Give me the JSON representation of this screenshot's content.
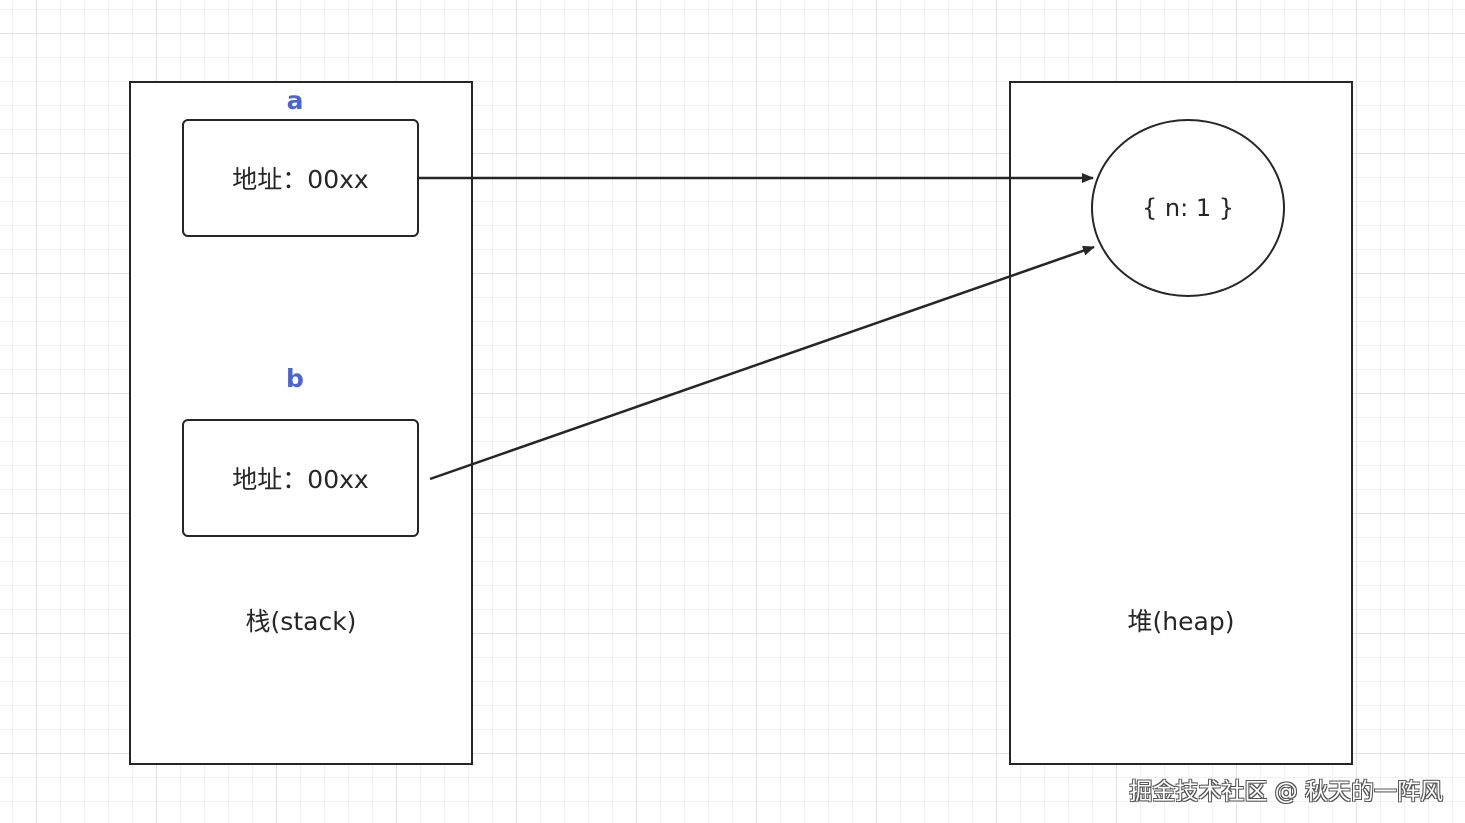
{
  "stack": {
    "title": "栈(stack)",
    "variables": [
      {
        "name": "a",
        "value": "地址：00xx"
      },
      {
        "name": "b",
        "value": "地址：00xx"
      }
    ]
  },
  "heap": {
    "title": "堆(heap)",
    "object": "{ n: 1 }"
  },
  "watermark": "掘金技术社区 @ 秋天的一阵风",
  "colors": {
    "variable_label": "#4a64d6",
    "stroke": "#262626",
    "grid": "#e3e3e3"
  }
}
